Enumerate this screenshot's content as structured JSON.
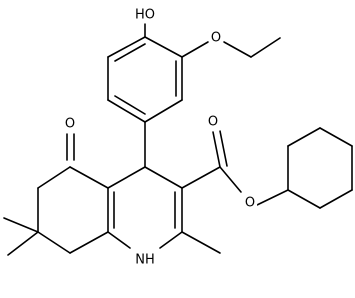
{
  "labels": {
    "hydroxyl": "HO",
    "ether_oxygen": "O",
    "ketone_oxygen": "O",
    "carbonyl_oxygen": "O",
    "ester_oxygen": "O",
    "amine": "NH"
  },
  "colors": {
    "bond": "#000000",
    "text": "#000000",
    "background": "#ffffff"
  }
}
